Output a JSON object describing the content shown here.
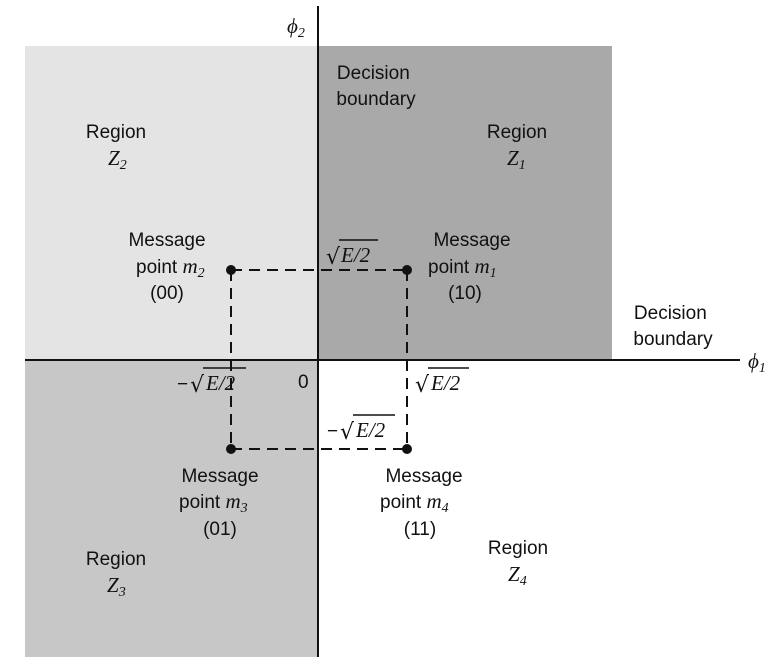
{
  "axes": {
    "horizontal_label": "ϕ",
    "horizontal_label_sub": "1",
    "vertical_label": "ϕ",
    "vertical_label_sub": "2",
    "origin_label": "0"
  },
  "regions": {
    "z1": {
      "line1": "Region",
      "symbol": "Z",
      "sub": "1",
      "fill": "#a9a9a9"
    },
    "z2": {
      "line1": "Region",
      "symbol": "Z",
      "sub": "2",
      "fill": "#e4e4e4"
    },
    "z3": {
      "line1": "Region",
      "symbol": "Z",
      "sub": "3",
      "fill": "#c7c7c7"
    },
    "z4": {
      "line1": "Region",
      "symbol": "Z",
      "sub": "4",
      "fill": "#ffffff"
    }
  },
  "decision_boundaries": {
    "vertical": {
      "line1": "Decision",
      "line2": "boundary"
    },
    "horizontal": {
      "line1": "Decision",
      "line2": "boundary"
    }
  },
  "message_points": {
    "m1": {
      "line1": "Message",
      "line2_text": "point ",
      "symbol": "m",
      "sub": "1",
      "code": "(10)"
    },
    "m2": {
      "line1": "Message",
      "line2_text": "point ",
      "symbol": "m",
      "sub": "2",
      "code": "(00)"
    },
    "m3": {
      "line1": "Message",
      "line2_text": "point ",
      "symbol": "m",
      "sub": "3",
      "code": "(01)"
    },
    "m4": {
      "line1": "Message",
      "line2_text": "point ",
      "symbol": "m",
      "sub": "4",
      "code": "(11)"
    }
  },
  "coordinate_labels": {
    "radical": "√",
    "radicand": "E/2",
    "minus": "−"
  },
  "colors": {
    "axis": "#111111",
    "dash": "#111111",
    "point": "#111111"
  }
}
